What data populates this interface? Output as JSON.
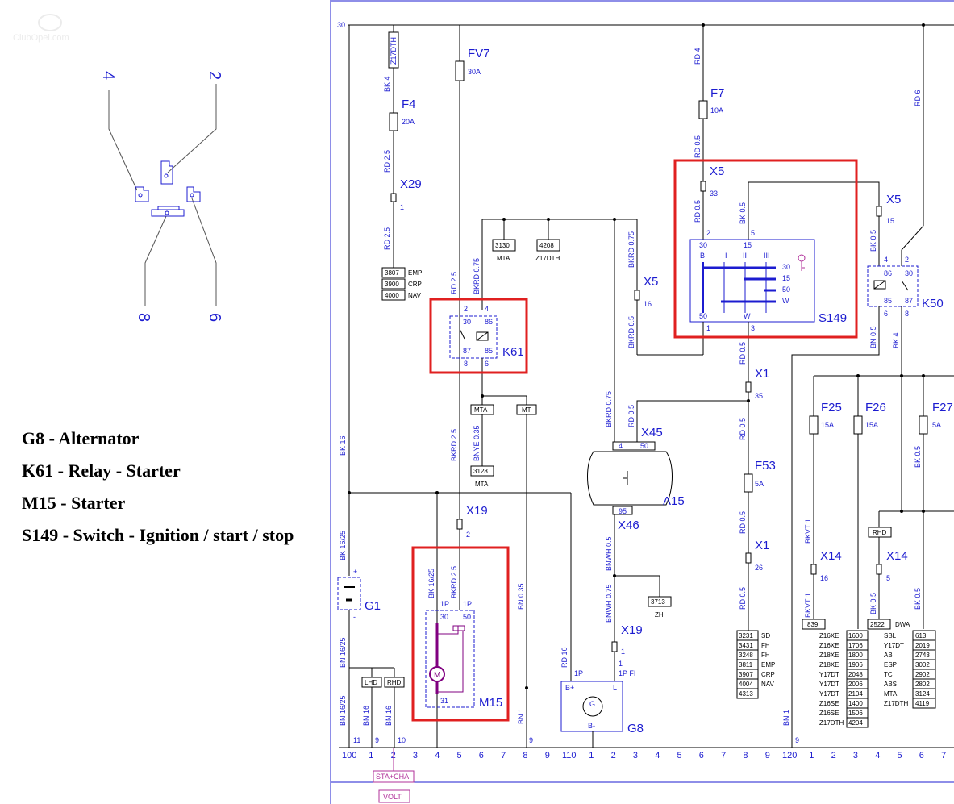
{
  "watermark": "ClubOpel.com",
  "connector_pins": [
    "4",
    "2",
    "8",
    "6"
  ],
  "legend": [
    {
      "code": "G8",
      "text": "G8 - Alternator"
    },
    {
      "code": "K61",
      "text": "K61 - Relay - Starter"
    },
    {
      "code": "M15",
      "text": "M15 - Starter"
    },
    {
      "code": "S149",
      "text": "S149 - Switch - Ignition / start / stop"
    }
  ],
  "components": {
    "FV7": "FV7",
    "FV7_rating": "30A",
    "F4": "F4",
    "F4_rating": "20A",
    "F7": "F7",
    "F7_rating": "10A",
    "F25": "F25",
    "F25_rating": "15A",
    "F26": "F26",
    "F26_rating": "15A",
    "F27": "F27",
    "F27_rating": "5A",
    "F53": "F53",
    "F53_rating": "5A",
    "K61": "K61",
    "K50": "K50",
    "S149": "S149",
    "A15": "A15",
    "G1": "G1",
    "G8": "G8",
    "M15": "M15",
    "X29": "X29",
    "X5a": "X5",
    "X5b": "X5",
    "X5c": "X5",
    "X45": "X45",
    "X46": "X46",
    "X19a": "X19",
    "X19b": "X19",
    "X1a": "X1",
    "X1b": "X1",
    "X14a": "X14",
    "X14b": "X14"
  },
  "wire_labels": {
    "rail30": "30",
    "z17dth": "Z17DTH",
    "bk4": "BK 4",
    "rd25a": "RD 2.5",
    "rd25b": "RD 2.5",
    "rd25c": "RD 2.5",
    "bkrd075a": "BKRD 0.75",
    "bkrd075b": "BKRD 0.75",
    "bkrd075c": "BKRD 0.75",
    "bkrd05": "BKRD 0.5",
    "bkrd25a": "BKRD 2.5",
    "bkrd25b": "BKRD 2.5",
    "bnye035": "BNYE 0.35",
    "bk16": "BK 16",
    "bk1625a": "BK 16/25",
    "bk1625b": "BK 16/25",
    "bn1625a": "BN 16/25",
    "bn1625b": "BN 16/25",
    "bn16a": "BN 16",
    "bn16b": "BN 16",
    "bn035": "BN 0.35",
    "bn1a": "BN 1",
    "bn1b": "BN 1",
    "rd16": "RD 16",
    "rd4": "RD 4",
    "rd6": "RD 6",
    "rd05a": "RD 0.5",
    "rd05b": "RD 0.5",
    "rd05c": "RD 0.5",
    "rd05d": "RD 0.5",
    "rd05e": "RD 0.5",
    "rd05f": "RD 0.5",
    "rd05g": "RD 0.5",
    "bk05a": "BK 0.5",
    "bk05b": "BK 0.5",
    "bk05c": "BK 0.5",
    "bk05d": "BK 0.5",
    "bk05e": "BK 0.5",
    "bn05": "BN 0.5",
    "bk4b": "BK 4",
    "bnwh05": "BNWH 0.5",
    "bnwh075": "BNWH 0.75",
    "bkvt1a": "BKVT 1",
    "bkvt1b": "BKVT 1"
  },
  "refs": {
    "r3807": "3807",
    "emp": "EMP",
    "r3900": "3900",
    "crp": "CRP",
    "r4000": "4000",
    "nav": "NAV",
    "r3130": "3130",
    "mta1": "MTA",
    "r4208": "4208",
    "z17dth2": "Z17DTH",
    "mta2": "MTA",
    "mt": "MT",
    "r3128": "3128",
    "mta3": "MTA",
    "r3713": "3713",
    "zh": "ZH",
    "lhd": "LHD",
    "rhd": "RHD",
    "rhd2": "RHD",
    "r839": "839",
    "r2522": "2522",
    "dwa": "DWA"
  },
  "fuse_table_mid": [
    [
      "3231",
      "SD"
    ],
    [
      "3431",
      "FH"
    ],
    [
      "3248",
      "FH"
    ],
    [
      "3811",
      "EMP"
    ],
    [
      "3907",
      "CRP"
    ],
    [
      "4004",
      "NAV"
    ],
    [
      "4313",
      ""
    ]
  ],
  "engine_table": [
    [
      "Z16XE",
      "1600"
    ],
    [
      "Z16XE",
      "1706"
    ],
    [
      "Z18XE",
      "1800"
    ],
    [
      "Z18XE",
      "1906"
    ],
    [
      "Y17DT",
      "2048"
    ],
    [
      "Y17DT",
      "2006"
    ],
    [
      "Y17DT",
      "2104"
    ],
    [
      "Z16SE",
      "1400"
    ],
    [
      "Z16SE",
      "1506"
    ],
    [
      "Z17DTH",
      "4204"
    ]
  ],
  "option_table": [
    [
      "SBL",
      "613"
    ],
    [
      "Y17DT",
      "2019"
    ],
    [
      "AB",
      "2743"
    ],
    [
      "ESP",
      "3002"
    ],
    [
      "TC",
      "2902"
    ],
    [
      "ABS",
      "2802"
    ],
    [
      "MTA",
      "3124"
    ],
    [
      "Z17DTH",
      "4119"
    ]
  ],
  "pins": {
    "p1": "1",
    "p2": "2",
    "p3": "3",
    "p4": "4",
    "p5": "5",
    "p6": "6",
    "p8": "8",
    "p9": "9",
    "p10": "10",
    "p11": "11",
    "p15": "15",
    "p16": "16",
    "p16b": "16",
    "p26": "26",
    "p33": "33",
    "p35": "35",
    "p5b": "5",
    "p30": "30",
    "p86": "86",
    "p87": "87",
    "p85": "85",
    "p30b": "30",
    "p86b": "86",
    "p87b": "87",
    "p85b": "85",
    "p4b": "4",
    "p2b": "2",
    "p6b": "6",
    "p8b": "8",
    "s30": "30",
    "s15": "15",
    "sB": "B",
    "sI": "I",
    "sII": "II",
    "sIII": "III",
    "s30r": "30",
    "s15r": "15",
    "s50r": "50",
    "sWr": "W",
    "s50": "50",
    "sW": "W",
    "s1": "1",
    "s3": "3",
    "a4": "4",
    "a50": "50",
    "a95": "95",
    "m1p": "1P",
    "m1p2": "1P",
    "m30": "30",
    "m50": "50",
    "m31": "31",
    "mM": "M",
    "gBplus": "B+",
    "gL": "L",
    "gBminus": "B-",
    "g1p": "1P",
    "g1pfi": "1P FI",
    "g1": "1",
    "g1b": "1",
    "gG": "G",
    "plus": "+",
    "minus": "-",
    "x19p2": "2"
  },
  "bottom_axis": [
    "100",
    "1",
    "2",
    "3",
    "4",
    "5",
    "6",
    "7",
    "8",
    "9",
    "110",
    "1",
    "2",
    "3",
    "4",
    "5",
    "6",
    "7",
    "8",
    "9",
    "120",
    "1",
    "2",
    "3",
    "4",
    "5",
    "6",
    "7"
  ],
  "bottom_refs": [
    "STA+CHA",
    "VOLT"
  ]
}
